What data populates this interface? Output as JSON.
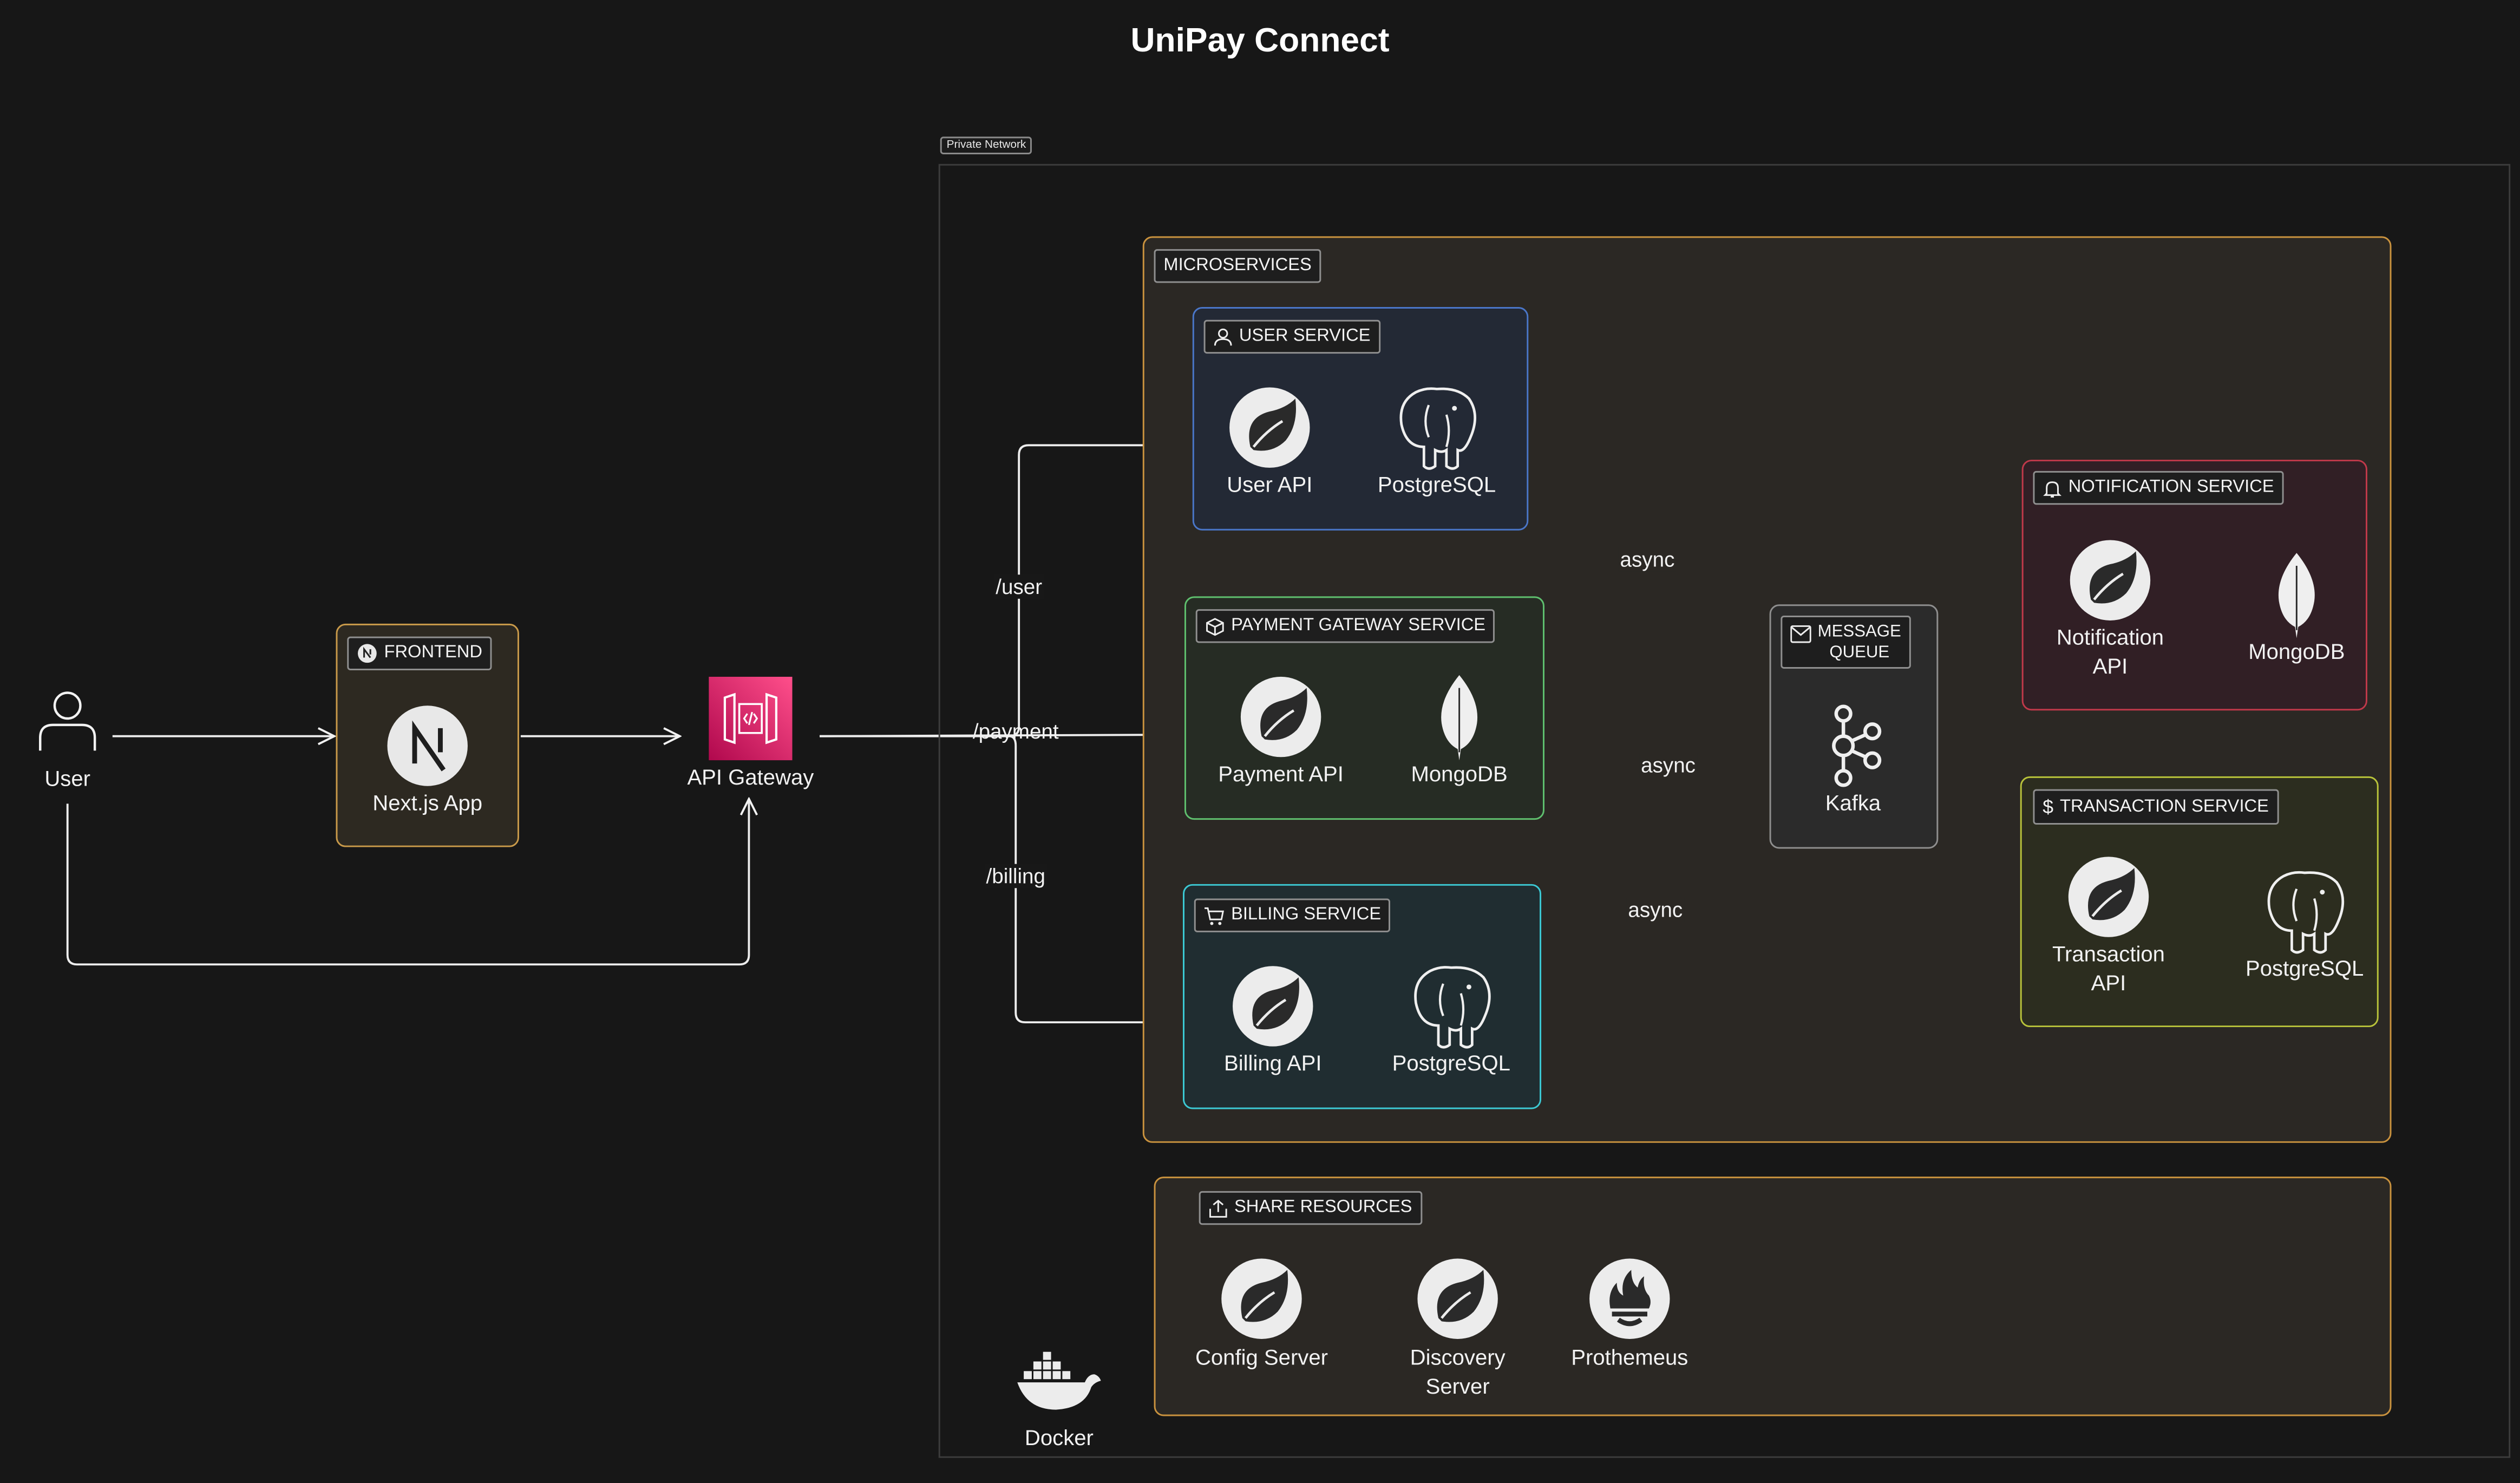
{
  "title": "UniPay Connect",
  "private_network": {
    "label": "Private Network"
  },
  "actors": {
    "user": {
      "label": "User",
      "icon": "user-icon"
    },
    "api_gateway": {
      "label": "API Gateway",
      "icon": "api-gateway-icon",
      "color": "#e7157b"
    }
  },
  "frontend": {
    "tag": "FRONTEND",
    "node": "Next.js App",
    "icon": "nextjs-icon",
    "color": "#c99a4a"
  },
  "microservices": {
    "tag": "MICROSERVICES",
    "color": "#c9923e",
    "user_service": {
      "tag": "USER SERVICE",
      "color": "#4a76c8",
      "api": "User API",
      "db": "PostgreSQL"
    },
    "payment_service": {
      "tag": "PAYMENT GATEWAY SERVICE",
      "color": "#5fbf6e",
      "api": "Payment API",
      "db": "MongoDB"
    },
    "billing_service": {
      "tag": "BILLING SERVICE",
      "color": "#3cc9d4",
      "api": "Billing API",
      "db": "PostgreSQL"
    },
    "message_queue": {
      "tag_line1": "MESSAGE",
      "tag_line2": "QUEUE",
      "node": "Kafka",
      "color": "#8e8e8e"
    },
    "notification_service": {
      "tag": "NOTIFICATION SERVICE",
      "color": "#c0394a",
      "api_line1": "Notification",
      "api_line2": "API",
      "db": "MongoDB"
    },
    "transaction_service": {
      "tag": "TRANSACTION SERVICE",
      "color": "#b8c23a",
      "api_line1": "Transaction",
      "api_line2": "API",
      "db": "PostgreSQL"
    }
  },
  "routes": {
    "user": "/user",
    "payment": "/payment",
    "billing": "/billing"
  },
  "async_labels": {
    "user_to_kafka": "async",
    "payment_to_kafka": "async",
    "billing_to_kafka": "async"
  },
  "shared_resources": {
    "tag": "SHARE RESOURCES",
    "color": "#c9923e",
    "config_server": "Config Server",
    "discovery_line1": "Discovery",
    "discovery_line2": "Server",
    "prometheus": "Prothemeus"
  },
  "docker": {
    "label": "Docker",
    "icon": "docker-icon"
  }
}
